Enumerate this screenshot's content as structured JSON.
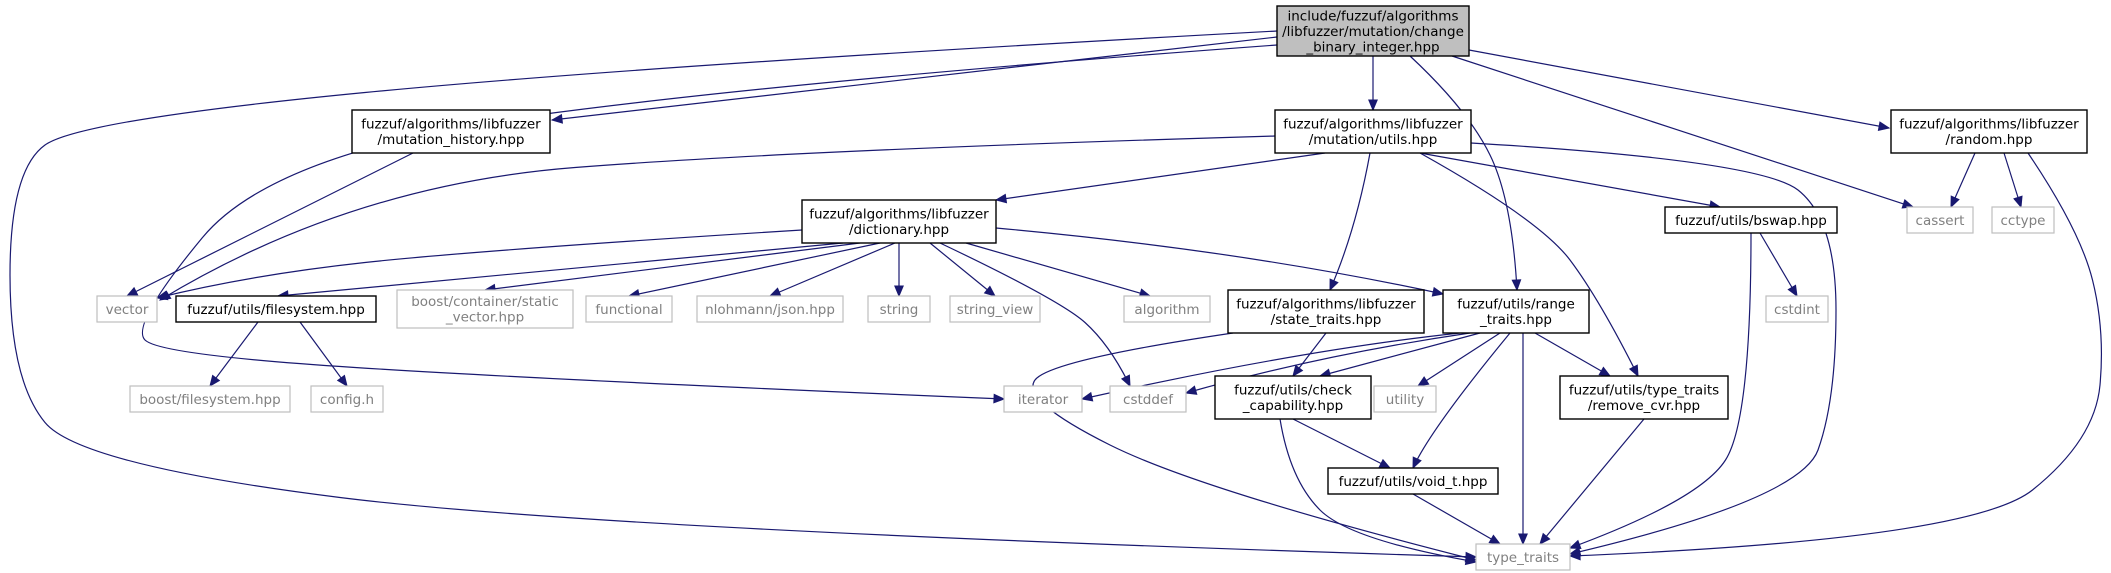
{
  "palette": {
    "edge": "#191970",
    "root_fill": "#bfbfbf",
    "external_border": "#bfbfbf",
    "external_text": "#808080"
  },
  "nodes": {
    "change_binary_integer": {
      "lines": [
        "include/fuzzuf/algorithms",
        "/libfuzzer/mutation/change",
        "_binary_integer.hpp"
      ],
      "kind": "root"
    },
    "mutation_history": {
      "lines": [
        "fuzzuf/algorithms/libfuzzer",
        "/mutation_history.hpp"
      ],
      "kind": "primary"
    },
    "mutation_utils": {
      "lines": [
        "fuzzuf/algorithms/libfuzzer",
        "/mutation/utils.hpp"
      ],
      "kind": "primary"
    },
    "random": {
      "lines": [
        "fuzzuf/algorithms/libfuzzer",
        "/random.hpp"
      ],
      "kind": "primary"
    },
    "dictionary": {
      "lines": [
        "fuzzuf/algorithms/libfuzzer",
        "/dictionary.hpp"
      ],
      "kind": "primary"
    },
    "bswap": {
      "lines": [
        "fuzzuf/utils/bswap.hpp"
      ],
      "kind": "primary"
    },
    "cassert": {
      "lines": [
        "cassert"
      ],
      "kind": "ext"
    },
    "cctype": {
      "lines": [
        "cctype"
      ],
      "kind": "ext"
    },
    "vector": {
      "lines": [
        "vector"
      ],
      "kind": "ext"
    },
    "filesystem": {
      "lines": [
        "fuzzuf/utils/filesystem.hpp"
      ],
      "kind": "primary"
    },
    "static_vector": {
      "lines": [
        "boost/container/static",
        "_vector.hpp"
      ],
      "kind": "ext"
    },
    "functional": {
      "lines": [
        "functional"
      ],
      "kind": "ext"
    },
    "json": {
      "lines": [
        "nlohmann/json.hpp"
      ],
      "kind": "ext"
    },
    "string": {
      "lines": [
        "string"
      ],
      "kind": "ext"
    },
    "string_view": {
      "lines": [
        "string_view"
      ],
      "kind": "ext"
    },
    "algorithm": {
      "lines": [
        "algorithm"
      ],
      "kind": "ext"
    },
    "state_traits": {
      "lines": [
        "fuzzuf/algorithms/libfuzzer",
        "/state_traits.hpp"
      ],
      "kind": "primary"
    },
    "range_traits": {
      "lines": [
        "fuzzuf/utils/range",
        "_traits.hpp"
      ],
      "kind": "primary"
    },
    "cstdint": {
      "lines": [
        "cstdint"
      ],
      "kind": "ext"
    },
    "boost_filesystem": {
      "lines": [
        "boost/filesystem.hpp"
      ],
      "kind": "ext"
    },
    "config_h": {
      "lines": [
        "config.h"
      ],
      "kind": "ext"
    },
    "iterator": {
      "lines": [
        "iterator"
      ],
      "kind": "ext"
    },
    "cstddef": {
      "lines": [
        "cstddef"
      ],
      "kind": "ext"
    },
    "check_capability": {
      "lines": [
        "fuzzuf/utils/check",
        "_capability.hpp"
      ],
      "kind": "primary"
    },
    "utility": {
      "lines": [
        "utility"
      ],
      "kind": "ext"
    },
    "remove_cvr": {
      "lines": [
        "fuzzuf/utils/type_traits",
        "/remove_cvr.hpp"
      ],
      "kind": "primary"
    },
    "void_t": {
      "lines": [
        "fuzzuf/utils/void_t.hpp"
      ],
      "kind": "primary"
    },
    "type_traits": {
      "lines": [
        "type_traits"
      ],
      "kind": "ext"
    }
  },
  "edges": [
    [
      "change_binary_integer",
      "mutation_history"
    ],
    [
      "change_binary_integer",
      "mutation_utils"
    ],
    [
      "change_binary_integer",
      "random"
    ],
    [
      "change_binary_integer",
      "cassert"
    ],
    [
      "change_binary_integer",
      "range_traits"
    ],
    [
      "change_binary_integer",
      "iterator"
    ],
    [
      "change_binary_integer",
      "type_traits"
    ],
    [
      "mutation_history",
      "vector"
    ],
    [
      "mutation_utils",
      "dictionary"
    ],
    [
      "mutation_utils",
      "vector"
    ],
    [
      "mutation_utils",
      "bswap"
    ],
    [
      "mutation_utils",
      "state_traits"
    ],
    [
      "mutation_utils",
      "remove_cvr"
    ],
    [
      "mutation_utils",
      "type_traits"
    ],
    [
      "random",
      "cassert"
    ],
    [
      "random",
      "cctype"
    ],
    [
      "random",
      "type_traits"
    ],
    [
      "dictionary",
      "vector"
    ],
    [
      "dictionary",
      "filesystem"
    ],
    [
      "dictionary",
      "static_vector"
    ],
    [
      "dictionary",
      "functional"
    ],
    [
      "dictionary",
      "json"
    ],
    [
      "dictionary",
      "string"
    ],
    [
      "dictionary",
      "string_view"
    ],
    [
      "dictionary",
      "cstddef"
    ],
    [
      "dictionary",
      "algorithm"
    ],
    [
      "dictionary",
      "range_traits"
    ],
    [
      "bswap",
      "cstdint"
    ],
    [
      "bswap",
      "type_traits"
    ],
    [
      "filesystem",
      "boost_filesystem"
    ],
    [
      "filesystem",
      "config_h"
    ],
    [
      "state_traits",
      "check_capability"
    ],
    [
      "state_traits",
      "type_traits"
    ],
    [
      "range_traits",
      "iterator"
    ],
    [
      "range_traits",
      "cstddef"
    ],
    [
      "range_traits",
      "check_capability"
    ],
    [
      "range_traits",
      "utility"
    ],
    [
      "range_traits",
      "remove_cvr"
    ],
    [
      "range_traits",
      "void_t"
    ],
    [
      "range_traits",
      "type_traits"
    ],
    [
      "check_capability",
      "void_t"
    ],
    [
      "check_capability",
      "type_traits"
    ],
    [
      "remove_cvr",
      "type_traits"
    ],
    [
      "void_t",
      "type_traits"
    ]
  ]
}
